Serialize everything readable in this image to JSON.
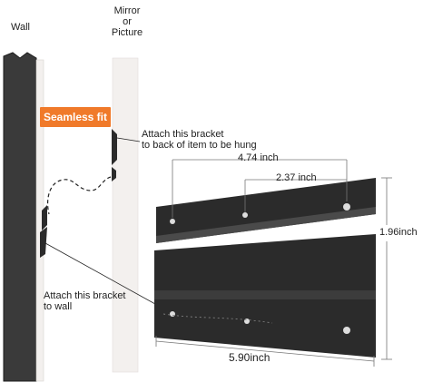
{
  "labels": {
    "wall": "Wall",
    "mirror_line1": "Mirror",
    "mirror_line2": "or",
    "mirror_line3": "Picture",
    "seamless_fit": "Seamless fit",
    "attach_top_line1": "Attach this bracket",
    "attach_top_line2": "to back of item to be hung",
    "attach_bottom_line1": "Attach this bracket",
    "attach_bottom_line2": "to wall"
  },
  "dimensions": {
    "full_hole_span": "4.74 inch",
    "half_hole_span": "2.37 inch",
    "height": "1.96inch",
    "width": "5.90inch"
  },
  "colors": {
    "wall": "#3a3a3a",
    "wall_edge": "#1e1e1e",
    "panel_face": "#f3f0ee",
    "badge": "#f07a2a",
    "bracket": "#2b2b2b",
    "bracket_highlight": "#4a4a4a",
    "dimension_line": "#777777"
  }
}
